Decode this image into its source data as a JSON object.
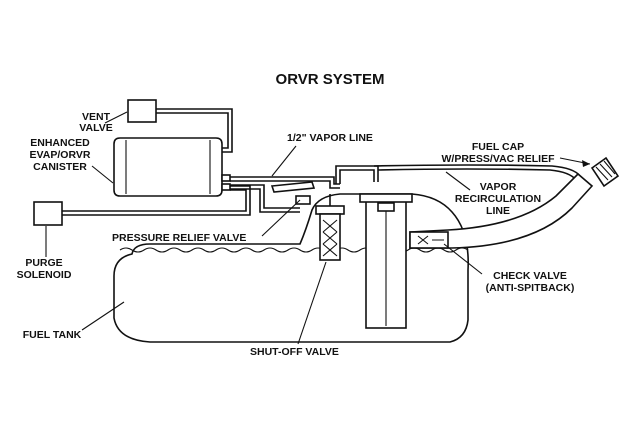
{
  "diagram": {
    "title": "ORVR SYSTEM",
    "labels": {
      "vent_valve": [
        "VENT",
        "VALVE"
      ],
      "canister": [
        "ENHANCED",
        "EVAP/ORVR",
        "CANISTER"
      ],
      "vapor_line": "1/2\" VAPOR LINE",
      "fuel_cap": [
        "FUEL CAP",
        "W/PRESS/VAC RELIEF"
      ],
      "recirculation_line": [
        "VAPOR",
        "RECIRCULATION",
        "LINE"
      ],
      "pressure_relief_valve": "PRESSURE RELIEF VALVE",
      "purge_solenoid": [
        "PURGE",
        "SOLENOID"
      ],
      "check_valve": [
        "CHECK VALVE",
        "(ANTI-SPITBACK)"
      ],
      "fuel_tank": "FUEL TANK",
      "shut_off_valve": "SHUT-OFF VALVE"
    }
  }
}
